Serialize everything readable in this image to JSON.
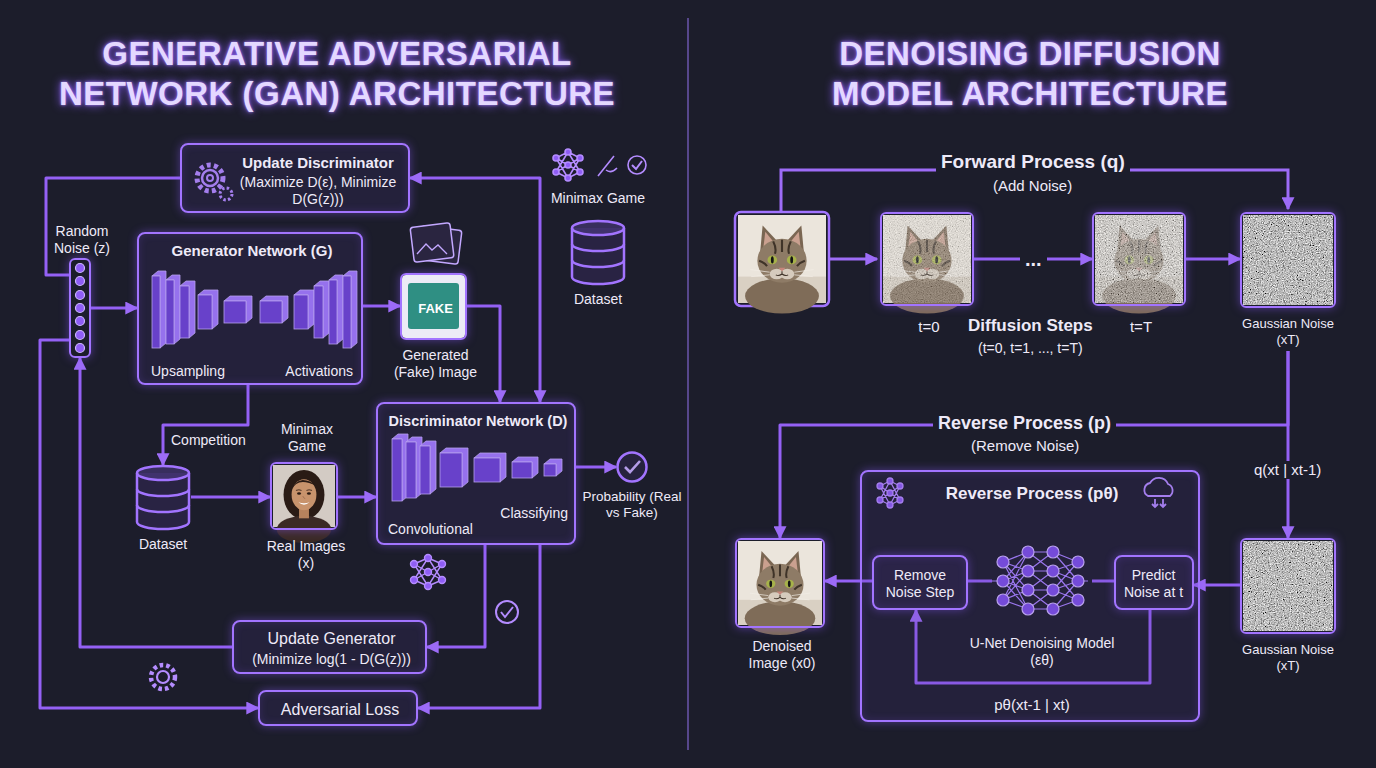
{
  "diagram": {
    "nodes": [
      {
        "text": [
          "Update Discriminator",
          "(Maximize D(ε), Minimize D(G(z)))"
        ]
      },
      {
        "text": [
          "Random Noise (z)"
        ]
      },
      {
        "text": [
          "Generator Network (G)",
          "Upsampling",
          "Activations"
        ]
      },
      {
        "text": [
          "FAKE",
          "Generated (Fake) Image"
        ]
      },
      {
        "text": [
          "Dataset"
        ]
      },
      {
        "text": [
          "Dataset"
        ]
      },
      {
        "text": [
          "Real Images (x)"
        ]
      },
      {
        "text": [
          "Discriminator Network (D)",
          "Convolutional",
          "Classifying"
        ]
      },
      {
        "text": [
          "Probability (Real vs Fake)"
        ]
      },
      {
        "text": [
          "Update Generator",
          "(Minimize log(1 - D(G(z)))"
        ]
      },
      {
        "text": [
          "Adversarial Loss"
        ]
      },
      {
        "text": [
          "t=0"
        ]
      },
      {
        "text": [
          "t=T"
        ]
      },
      {
        "text": [
          "Gaussian Noise (xT)"
        ]
      },
      {
        "text": [
          "Gaussian Noise (xT)"
        ]
      },
      {
        "text": [
          "Reverse Process (pθ)",
          "pθ(xt-1 | xt)"
        ]
      },
      {
        "text": [
          "Remove Noise Step"
        ],
        "in": 15
      },
      {
        "text": [
          "U-Net Denoising Model (εθ)"
        ],
        "in": 15
      },
      {
        "text": [
          "Predict Noise at t"
        ],
        "in": 15
      },
      {
        "text": [
          "Denoised Image (x0)"
        ]
      }
    ],
    "edges": [
      {
        "from": 1,
        "to": 2,
        "arrow": "to"
      },
      {
        "from": 2,
        "to": 3,
        "arrow": "to"
      },
      {
        "from": 3,
        "to": 7,
        "arrow": "to"
      },
      {
        "from": 7,
        "to": 0,
        "arrow": "both"
      },
      {
        "from": 0,
        "to": 1,
        "arrow": "none"
      },
      {
        "from": 2,
        "to": 5,
        "label": "Competition",
        "arrow": "to"
      },
      {
        "from": 5,
        "to": 6,
        "arrow": "to"
      },
      {
        "from": 6,
        "to": 7,
        "arrow": "to"
      },
      {
        "from": 7,
        "to": 8,
        "arrow": "to"
      },
      {
        "from": 7,
        "to": 9,
        "arrow": "to"
      },
      {
        "from": 9,
        "to": 1,
        "arrow": "to"
      },
      {
        "from": 7,
        "to": 10,
        "arrow": "to"
      },
      {
        "from": 1,
        "to": 10,
        "arrow": "to"
      },
      {
        "from": 11,
        "to": 12,
        "label": "...",
        "arrow": "to"
      },
      {
        "from": 12,
        "to": 13,
        "arrow": "to"
      },
      {
        "from": 13,
        "to": 14,
        "label": "q(xt | xt-1)",
        "arrow": "to"
      },
      {
        "from": 14,
        "to": 18,
        "arrow": "to"
      },
      {
        "from": 18,
        "to": 16,
        "arrow": "to"
      },
      {
        "from": 18,
        "to": 17,
        "arrow": "none"
      },
      {
        "from": 17,
        "to": 16,
        "arrow": "none"
      },
      {
        "from": 16,
        "to": 19,
        "arrow": "to"
      },
      {
        "from": 13,
        "to": 19,
        "label": "Reverse Process (p)",
        "arrow": "to"
      }
    ],
    "labels": [
      "GENERATIVE ADVERSARIAL NETWORK (GAN) ARCHITECTURE",
      "DENOISING DIFFUSION MODEL ARCHITECTURE",
      "Minimax Game",
      "Minimax Game",
      "Forward Process (q)",
      "(Add Noise)",
      "Diffusion Steps",
      "(t=0, t=1, ..., t=T)",
      "(Remove Noise)"
    ]
  }
}
